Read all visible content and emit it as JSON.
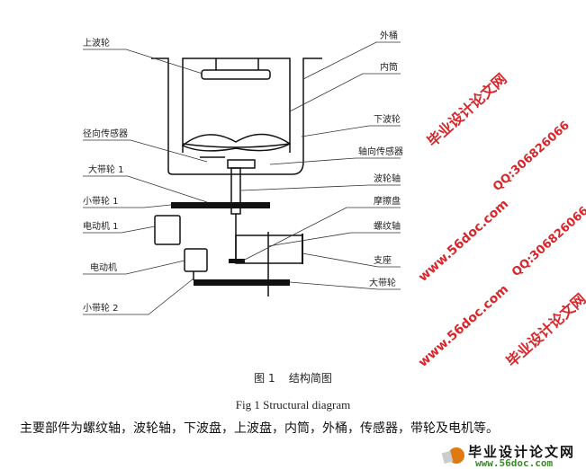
{
  "diagram": {
    "left_labels": [
      "上波轮",
      "径向传感器",
      "大带轮 1",
      "小带轮 1",
      "电动机 1",
      "电动机",
      "小带轮 2"
    ],
    "right_labels": [
      "外桶",
      "内筒",
      "下波轮",
      "轴向传感器",
      "波轮轴",
      "摩擦盘",
      "螺纹轴",
      "支座",
      "大带轮"
    ]
  },
  "caption_cn": "图 1    结构简图",
  "caption_en": "Fig 1 Structural diagram",
  "body_text": "主要部件为螺纹轴，波轮轴，下波盘，上波盘，内筒，外桶，传感器，带轮及电机等。",
  "watermark": {
    "site_cn": "毕业设计论文网",
    "url": "www.56doc.com",
    "qq": "QQ:306826066",
    "color": "#d8262a"
  },
  "logo": {
    "name": "毕业设计论文网",
    "url": "www.56doc.com"
  }
}
